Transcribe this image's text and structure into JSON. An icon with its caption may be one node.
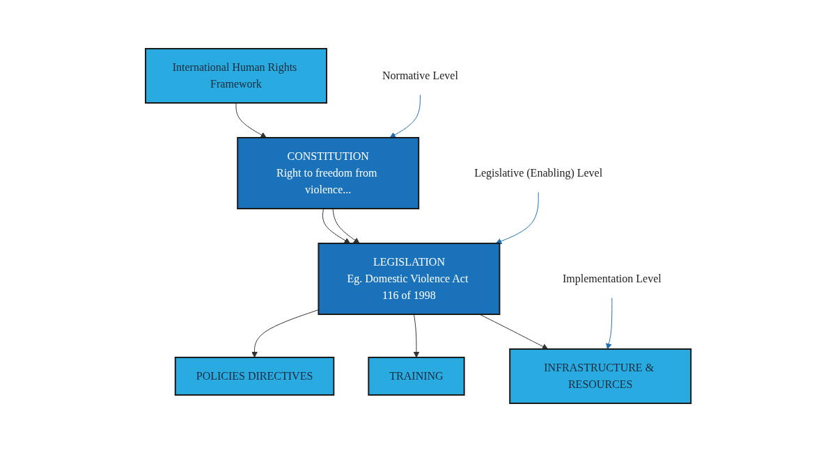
{
  "diagram": {
    "nodes": [
      {
        "text": [
          "International Human Rights Framework"
        ]
      },
      {
        "text": [
          "CONSTITUTION",
          "Right to freedom from violence..."
        ]
      },
      {
        "text": [
          "LEGISLATION",
          "Eg. Domestic Violence Act 116 of 1998"
        ]
      },
      {
        "text": [
          "POLICIES DIRECTIVES"
        ]
      },
      {
        "text": [
          "TRAINING"
        ]
      },
      {
        "text": [
          "INFRASTRUCTURE & RESOURCES"
        ]
      },
      {
        "text": [
          "Normative Level"
        ]
      },
      {
        "text": [
          "Legislative (Enabling) Level"
        ]
      },
      {
        "text": [
          "Implementation Level"
        ]
      }
    ],
    "edges": [
      {
        "from": 0,
        "to": 1,
        "arrow": "to"
      },
      {
        "from": 1,
        "to": 2,
        "arrow": "to"
      },
      {
        "from": 1,
        "to": 2,
        "arrow": "to"
      },
      {
        "from": 2,
        "to": 3,
        "arrow": "to"
      },
      {
        "from": 2,
        "to": 4,
        "arrow": "to"
      },
      {
        "from": 2,
        "to": 5,
        "arrow": "to"
      },
      {
        "from": 6,
        "to": 1,
        "arrow": "to",
        "color": "#1f6fb8"
      },
      {
        "from": 7,
        "to": 2,
        "arrow": "to",
        "color": "#1f6fb8"
      },
      {
        "from": 8,
        "to": 5,
        "arrow": "to",
        "color": "#1f6fb8"
      }
    ]
  }
}
